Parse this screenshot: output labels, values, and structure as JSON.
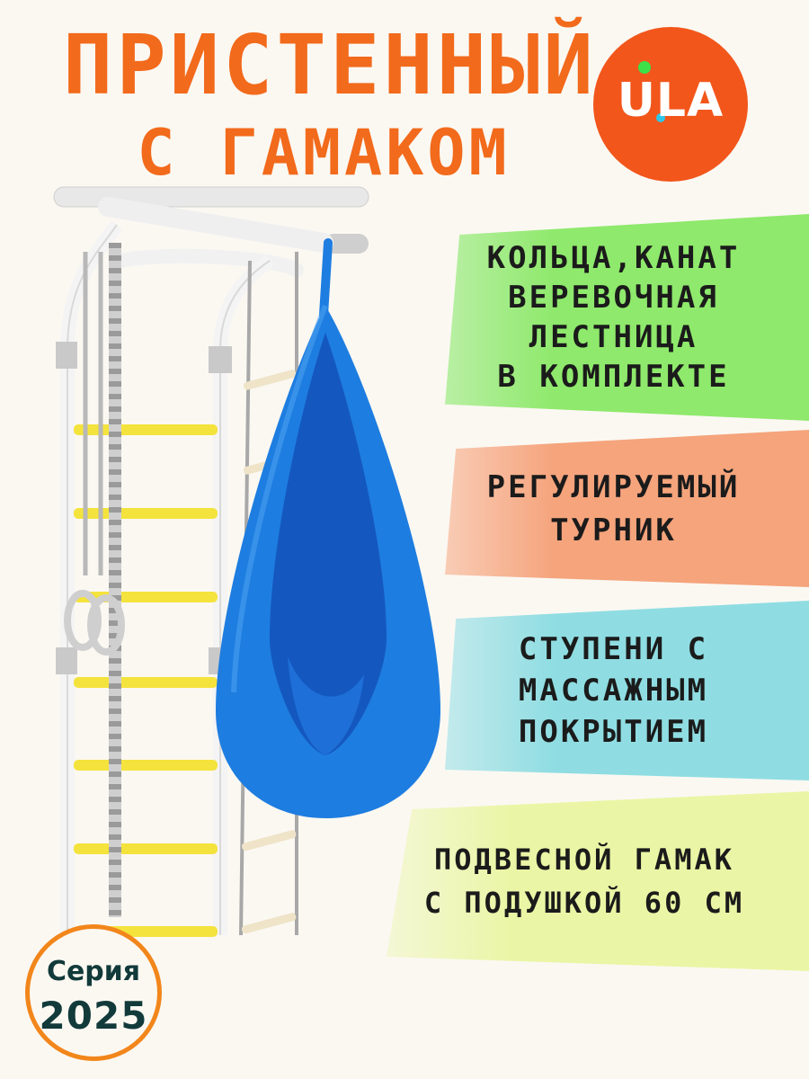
{
  "heading": {
    "line1": "ПРИСТЕННЫЙ",
    "line2": "С ГАМАКОМ"
  },
  "logo": {
    "text": "ULA",
    "color_brand": "#f2561b",
    "dot_green": "#3ee04a",
    "dot_blue": "#2ec7ea"
  },
  "features": [
    {
      "lines": [
        "КОЛЬЦА,КАНАТ",
        "ВЕРЕВОЧНАЯ",
        "ЛЕСТНИЦА",
        "В КОМПЛЕКТЕ"
      ],
      "color": "#8fe96c"
    },
    {
      "lines": [
        "РЕГУЛИРУЕМЫЙ",
        "ТУРНИК"
      ],
      "color": "#f5a47c"
    },
    {
      "lines": [
        "СТУПЕНИ С",
        "МАССАЖНЫМ",
        "ПОКРЫТИЕМ"
      ],
      "color": "#8fdde2"
    },
    {
      "lines": [
        "ПОДВЕСНОЙ ГАМАК",
        "С ПОДУШКОЙ 60 СМ"
      ],
      "color": "#eaf6a5"
    }
  ],
  "badge": {
    "line1": "Серия",
    "line2": "2025"
  },
  "colors": {
    "title": "#f26a1b",
    "hammock": "#1e7de0",
    "rungs": "#f4e33c",
    "frame": "#f2f2f2"
  }
}
